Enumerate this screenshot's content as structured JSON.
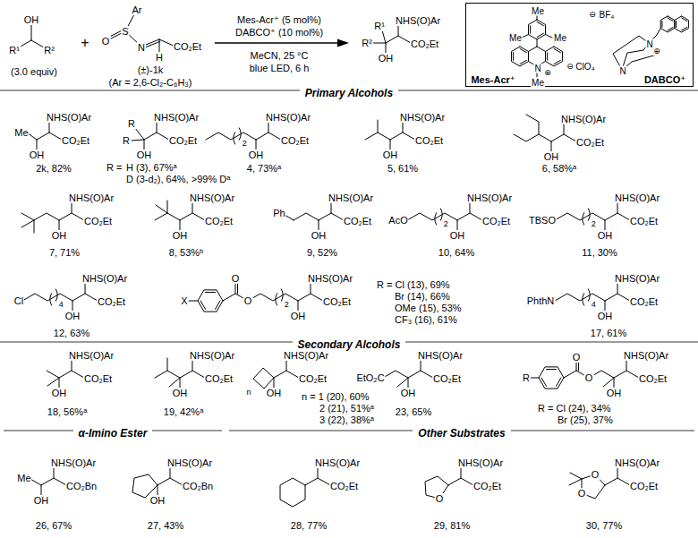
{
  "diagram": {
    "nodes": [
      {
        "text": [
          "Me",
          "Me",
          "Me",
          "⊖",
          "BF₄",
          "N",
          "⊕",
          "⊖",
          "ClO₄",
          "N",
          "⊕",
          "N",
          "Me",
          "Mes-Acr⁺",
          "DABCO⁺"
        ]
      },
      {
        "text": [
          "Primary Alcohols"
        ]
      },
      {
        "text": [
          "Secondary Alcohols"
        ]
      },
      {
        "text": [
          "α-Imino Ester"
        ]
      },
      {
        "text": [
          "Other Substrates"
        ]
      }
    ],
    "labels": [
      "OH",
      "R¹",
      "R²",
      "(3.0 equiv)",
      "+",
      "Ar",
      "S",
      "O",
      "N",
      "H",
      "CO₂Et",
      "(±)-1k",
      "(Ar = 2,6-Cl₂-C₆H₃)",
      "Mes-Acr⁺ (5 mol%)",
      "DABCO⁺ (10 mol%)",
      "MeCN, 25 °C",
      "blue LED, 6 h",
      "NHS(O)Ar",
      "CO₂Et",
      "OH",
      "R¹",
      "R²",
      "NHS(O)Ar",
      "CO₂Et",
      "OH",
      "Me",
      "2k, 82%",
      "NHS(O)Ar",
      "CO₂Et",
      "OH",
      "R",
      "R",
      "R =",
      "H (3), 67%ᵃ",
      "D (3-d₂), 64%, >99% Dᵃ",
      "NHS(O)Ar",
      "CO₂Et",
      "OH",
      "2",
      "4, 73%ᵃ",
      "NHS(O)Ar",
      "CO₂Et",
      "OH",
      "5, 61%",
      "NHS(O)Ar",
      "CO₂Et",
      "OH",
      "6, 58%ᵃ",
      "NHS(O)Ar",
      "CO₂Et",
      "OH",
      "7, 71%",
      "NHS(O)Ar",
      "CO₂Et",
      "OH",
      "8, 53%ᵇ",
      "NHS(O)Ar",
      "CO₂Et",
      "OH",
      "Ph",
      "9, 52%",
      "NHS(O)Ar",
      "CO₂Et",
      "OH",
      "AcO",
      "2",
      "10, 64%",
      "NHS(O)Ar",
      "CO₂Et",
      "OH",
      "TBSO",
      "2",
      "11, 30%",
      "NHS(O)Ar",
      "CO₂Et",
      "OH",
      "Cl",
      "4",
      "12, 63%",
      "NHS(O)Ar",
      "CO₂Et",
      "OH",
      "O",
      "O",
      "X",
      "2",
      "R = Cl (13), 69%",
      "Br (14), 66%",
      "OMe (15), 53%",
      "CF₃ (16), 61%",
      "NHS(O)Ar",
      "CO₂Et",
      "OH",
      "PhthN",
      "4",
      "17, 61%",
      "NHS(O)Ar",
      "CO₂Et",
      "OH",
      "18, 56%ᵃ",
      "NHS(O)Ar",
      "CO₂Et",
      "OH",
      "19, 42%ᵃ",
      "NHS(O)Ar",
      "CO₂Et",
      "OH",
      "n",
      "n = 1 (20), 60%",
      "2 (21), 51%ᵃ",
      "3 (22), 38%ᵃ",
      "NHS(O)Ar",
      "CO₂Et",
      "OH",
      "EtO₂C",
      "23, 65%",
      "NHS(O)Ar",
      "CO₂Et",
      "OH",
      "O",
      "O",
      "R",
      "R = Cl (24), 34%",
      "Br (25), 37%",
      "NHS(O)Ar",
      "CO₂Bn",
      "OH",
      "Me",
      "26, 67%",
      "NHS(O)Ar",
      "CO₂Bn",
      "OH",
      "27, 43%",
      "NHS(O)Ar",
      "CO₂Et",
      "28, 77%",
      "NHS(O)Ar",
      "CO₂Et",
      "O",
      "29, 81%",
      "NHS(O)Ar",
      "CO₂Et",
      "O",
      "O",
      "30, 77%"
    ]
  }
}
